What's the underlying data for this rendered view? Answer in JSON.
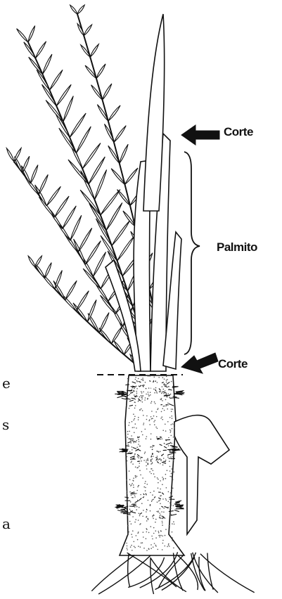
{
  "labels": {
    "corte_top": "Corte",
    "palmito": "Palmito",
    "corte_bottom": "Corte",
    "edge_fragments": [
      "e",
      "s",
      "a"
    ]
  },
  "colors": {
    "ink": "#111111",
    "paper": "#ffffff",
    "stipple": "#555555"
  }
}
